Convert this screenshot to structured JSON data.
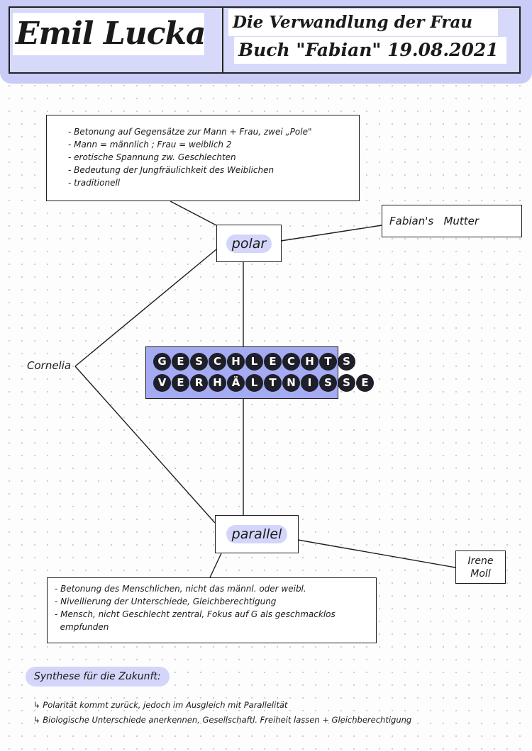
{
  "header": {
    "name": "Emil Lucka",
    "title_line1": "Die Verwandlung der Frau",
    "title_line2": "Buch \"Fabian\" 19.08.2021"
  },
  "center": {
    "line1": "GESCHLECHTS",
    "line2": "VERHÄLTNISSE"
  },
  "polar": {
    "label": "polar",
    "notes": [
      "- Betonung auf Gegensätze zur Mann + Frau, zwei „Pole\"",
      "- Mann = männlich ; Frau = weiblich 2",
      "- erotische Spannung zw. Geschlechten",
      "- Bedeutung der Jungfräulichkeit des Weiblichen",
      "- traditionell"
    ]
  },
  "parallel": {
    "label": "parallel",
    "notes": [
      "- Betonung des Menschlichen, nicht das männl. oder weibl.",
      "- Nivellierung der Unterschiede, Gleichberechtigung",
      "- Mensch, nicht Geschlecht zentral, Fokus auf G als geschmacklos",
      "  empfunden"
    ]
  },
  "fabian_mutter": "Fabian's   Mutter",
  "cornelia": "Cornelia",
  "irene": {
    "line1": "Irene",
    "line2": "Moll"
  },
  "synthese": {
    "title": "Synthese für die Zukunft:",
    "lines": [
      "↳ Polarität kommt zurück, jedoch im Ausgleich mit Parallelität",
      "↳ Biologische Unterschiede anerkennen, Gesellschaftl. Freiheit lassen + Gleichberechtigung"
    ]
  },
  "colors": {
    "header_bg": "#c8ccf7",
    "center_fill": "#a4abf3",
    "highlight": "#d3d6fa"
  }
}
